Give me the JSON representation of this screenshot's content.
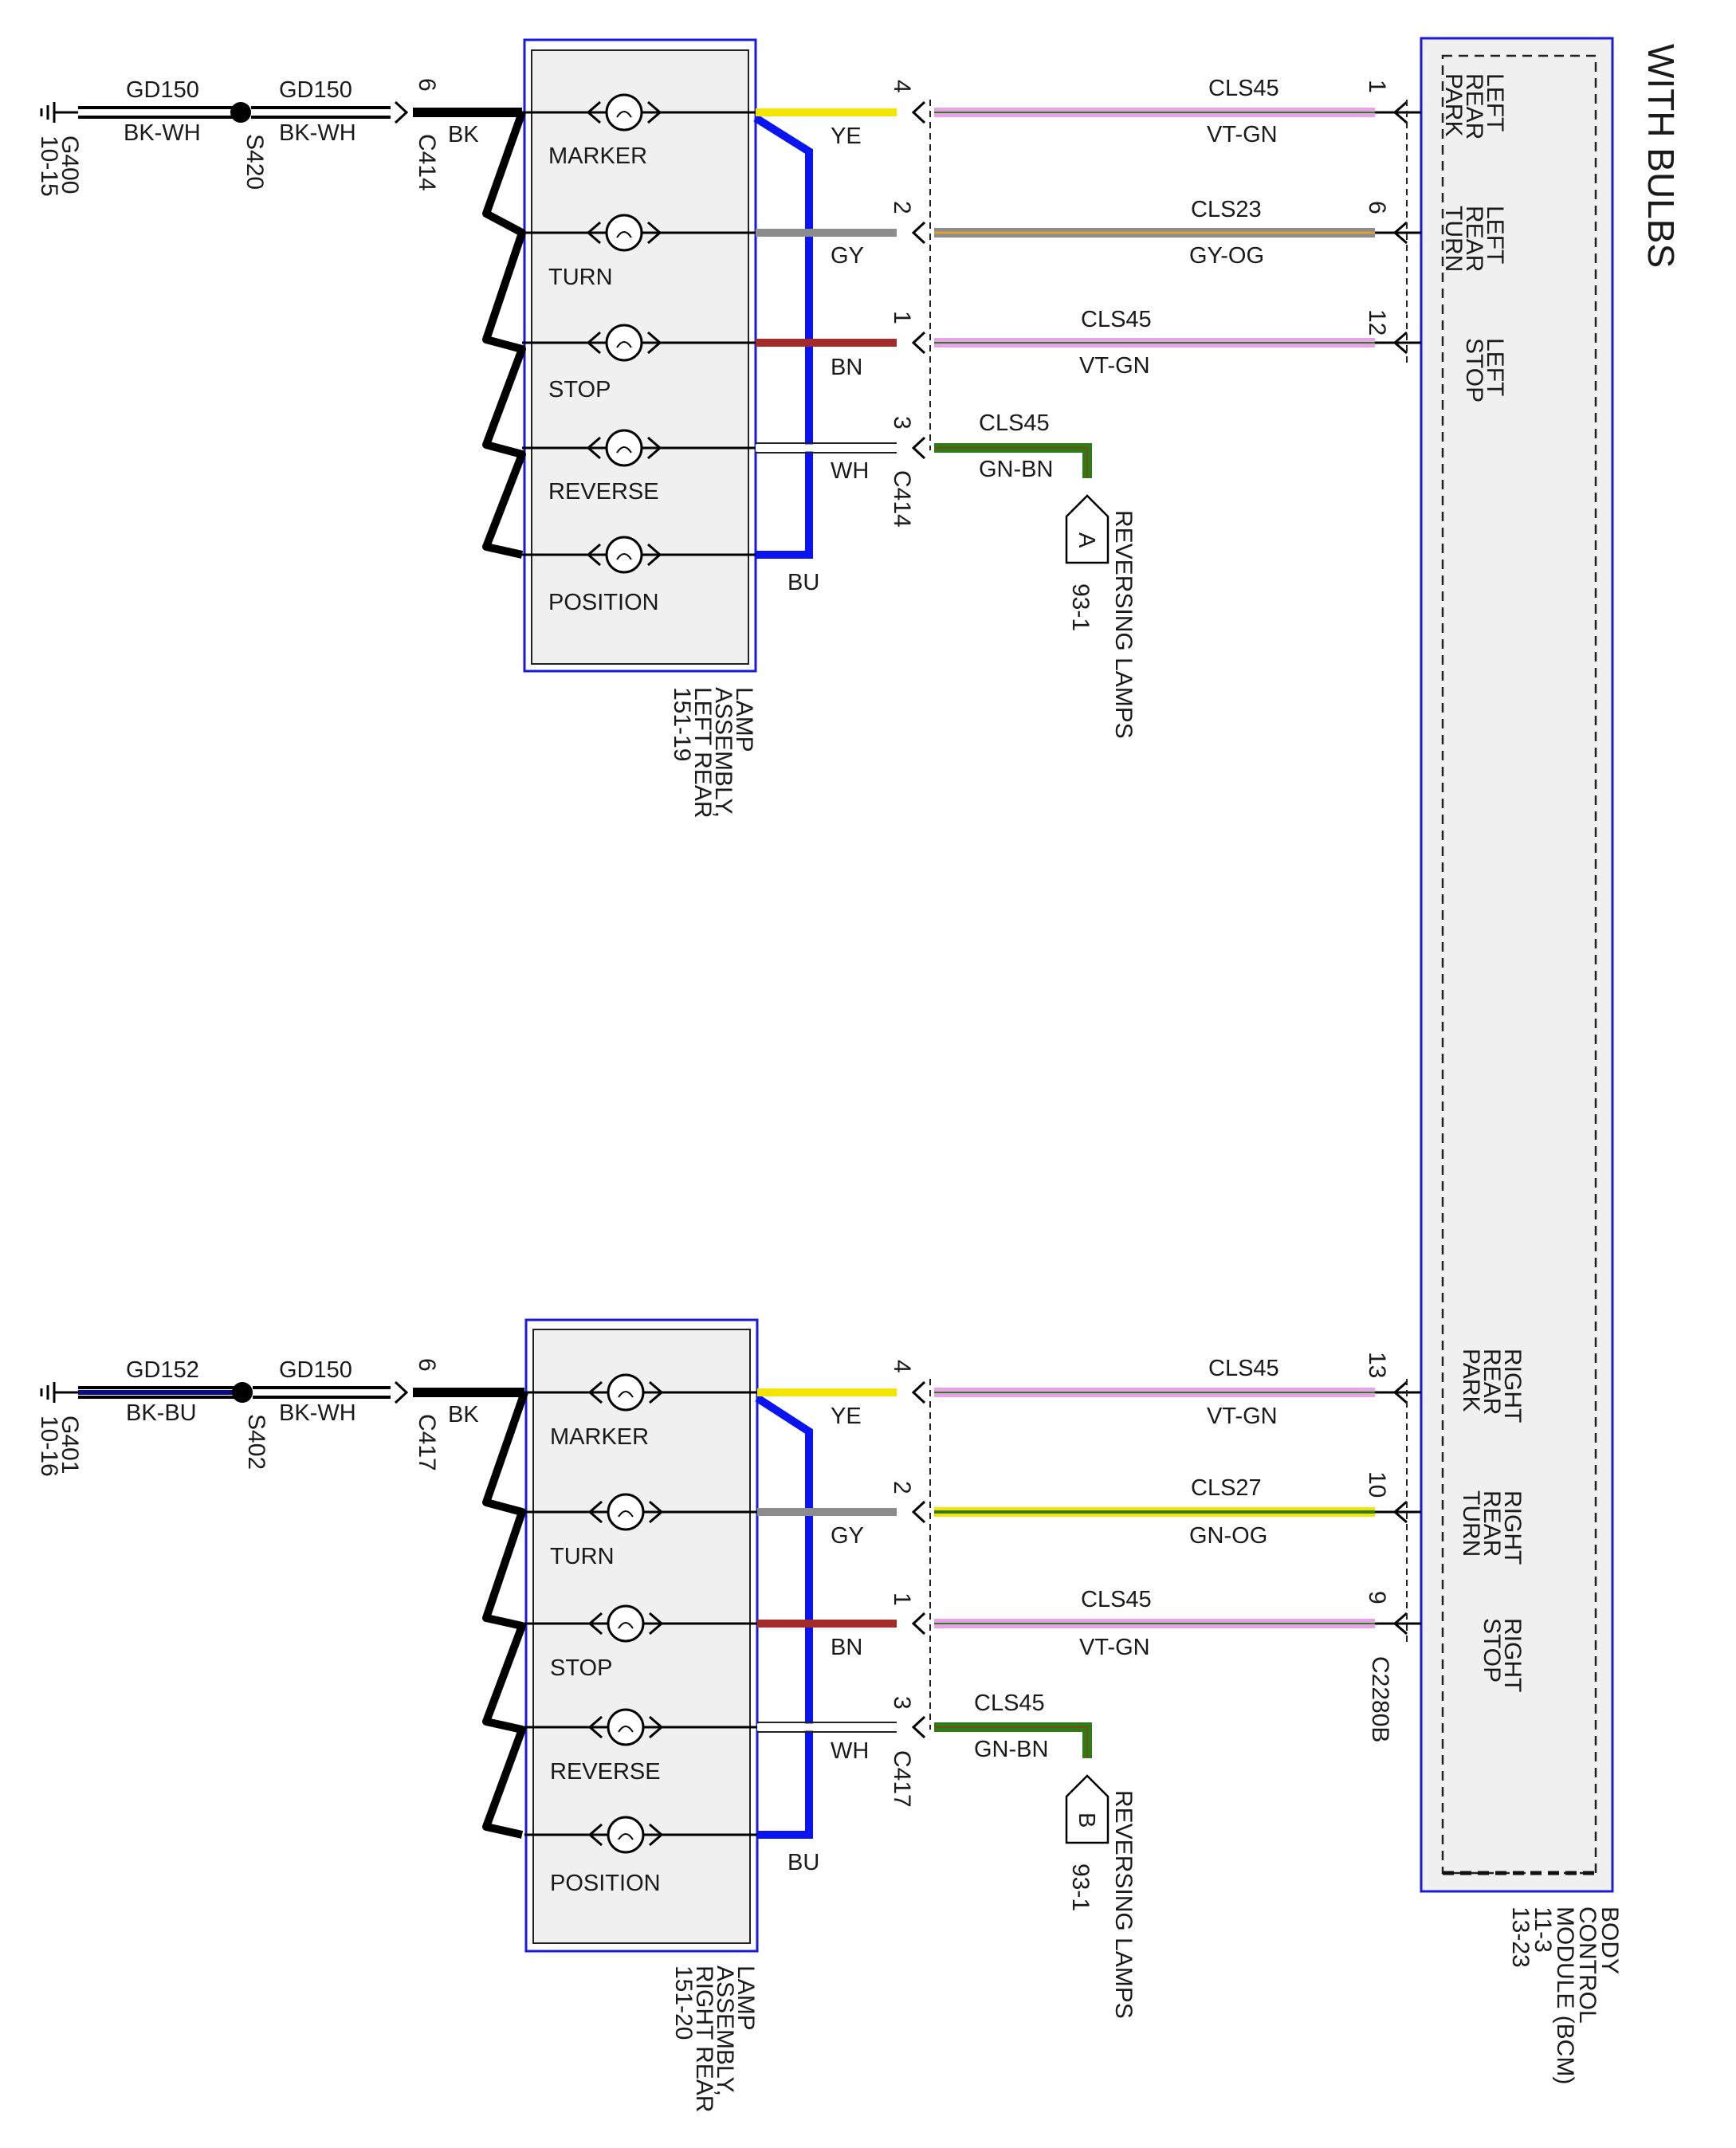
{
  "title": "WITH BULBS",
  "bcm": {
    "label": "BODY CONTROL MODULE (BCM)",
    "lines": [
      "BODY",
      "CONTROL",
      "MODULE (BCM)",
      "11-3",
      "13-23"
    ],
    "connector": "C2280B"
  },
  "left_assembly": {
    "label_lines": [
      "LAMP",
      "ASSEMBLY,",
      "LEFT REAR",
      "151-19"
    ],
    "connector": "C414",
    "ground": {
      "id": "G400",
      "ref": "10-15",
      "splice": "S420",
      "wire_a": {
        "circuit": "GD150",
        "color": "BK-WH"
      },
      "wire_b": {
        "circuit": "GD150",
        "color": "BK-WH"
      },
      "pin": "6",
      "ground_color": "BK"
    },
    "lamps": [
      {
        "name": "MARKER",
        "pin": "4",
        "wire_color": "YE",
        "circuit": "CLS45",
        "circuit_color": "VT-GN",
        "bcm_pin": "1",
        "bcm_label": [
          "LEFT",
          "REAR",
          "PARK"
        ]
      },
      {
        "name": "TURN",
        "pin": "2",
        "wire_color": "GY",
        "circuit": "CLS23",
        "circuit_color": "GY-OG",
        "bcm_pin": "6",
        "bcm_label": [
          "LEFT",
          "REAR",
          "TURN"
        ]
      },
      {
        "name": "STOP",
        "pin": "1",
        "wire_color": "BN",
        "circuit": "CLS45",
        "circuit_color": "VT-GN",
        "bcm_pin": "12",
        "bcm_label": [
          "LEFT",
          "STOP"
        ]
      },
      {
        "name": "REVERSE",
        "pin": "3",
        "wire_color": "WH",
        "circuit": "CLS45",
        "circuit_color": "GN-BN"
      },
      {
        "name": "POSITION",
        "wire_color": "BU"
      }
    ],
    "offpage": {
      "letter": "A",
      "label": "REVERSING LAMPS",
      "ref": "93-1"
    }
  },
  "right_assembly": {
    "label_lines": [
      "LAMP",
      "ASSEMBLY,",
      "RIGHT REAR",
      "151-20"
    ],
    "connector": "C417",
    "ground": {
      "id": "G401",
      "ref": "10-16",
      "splice": "S402",
      "wire_a": {
        "circuit": "GD152",
        "color": "BK-BU"
      },
      "wire_b": {
        "circuit": "GD150",
        "color": "BK-WH"
      },
      "pin": "6",
      "ground_color": "BK"
    },
    "lamps": [
      {
        "name": "MARKER",
        "pin": "4",
        "wire_color": "YE",
        "circuit": "CLS45",
        "circuit_color": "VT-GN",
        "bcm_pin": "13",
        "bcm_label": [
          "RIGHT",
          "REAR",
          "PARK"
        ]
      },
      {
        "name": "TURN",
        "pin": "2",
        "wire_color": "GY",
        "circuit": "CLS27",
        "circuit_color": "GN-OG",
        "bcm_pin": "10",
        "bcm_label": [
          "RIGHT",
          "REAR",
          "TURN"
        ]
      },
      {
        "name": "STOP",
        "pin": "1",
        "wire_color": "BN",
        "circuit": "CLS45",
        "circuit_color": "VT-GN",
        "bcm_pin": "9",
        "bcm_label": [
          "RIGHT",
          "STOP"
        ]
      },
      {
        "name": "REVERSE",
        "pin": "3",
        "wire_color": "WH",
        "circuit": "CLS45",
        "circuit_color": "GN-BN"
      },
      {
        "name": "POSITION",
        "wire_color": "BU"
      }
    ],
    "offpage": {
      "letter": "B",
      "label": "REVERSING LAMPS",
      "ref": "93-1"
    }
  },
  "colors": {
    "YE": "#f4e400",
    "GY": "#8c8c8c",
    "BN": "#a52a2a",
    "WH": "#ffffff",
    "BU": "#0a14f0",
    "BK": "#000000",
    "VT": "#e8a0e8",
    "GN": "#2d7d16",
    "OG": "#e0a030",
    "box_border": "#1a1adc",
    "box_fill": "#f0f0f0"
  }
}
